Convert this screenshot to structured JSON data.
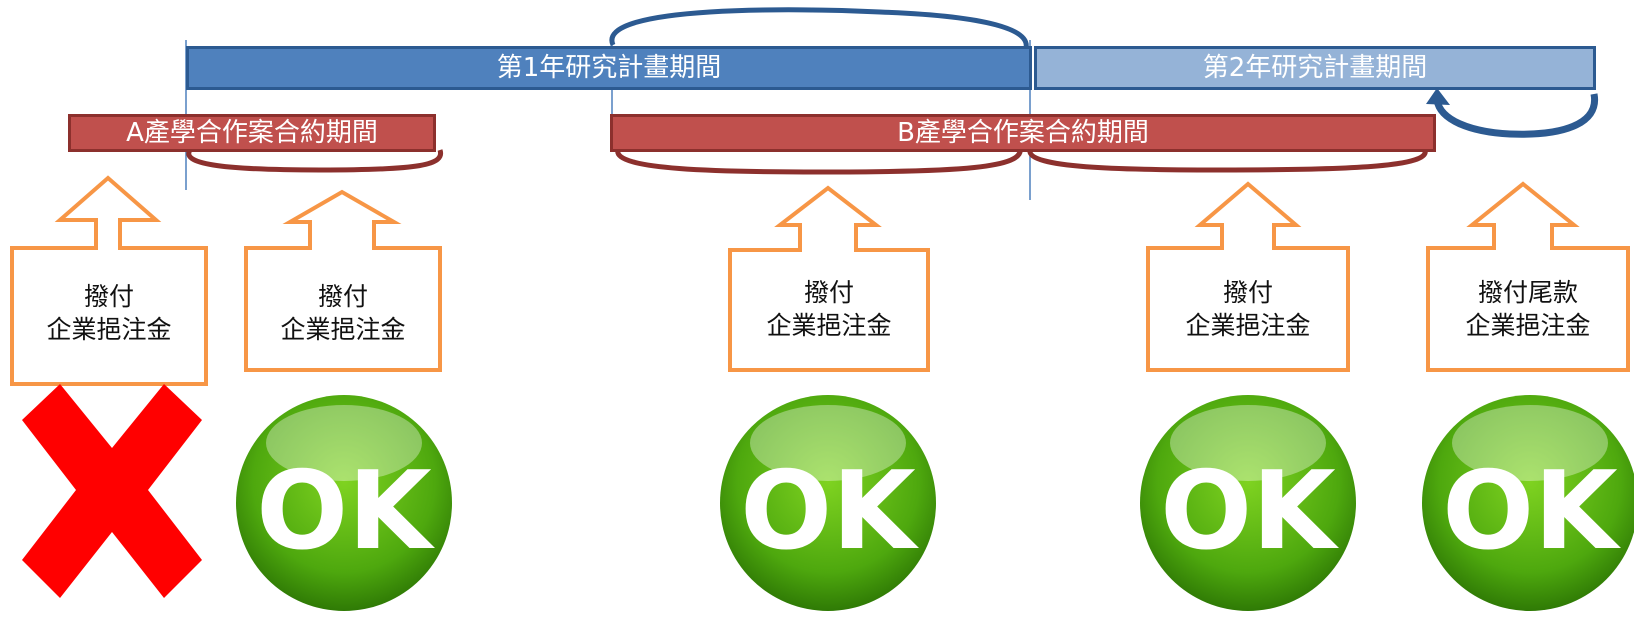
{
  "timeline": {
    "year1_period": "第1年研究計畫期間",
    "year2_period": "第2年研究計畫期間",
    "contract_a_period": "A產學合作案合約期間",
    "contract_b_period": "B產學合作案合約期間"
  },
  "callouts": [
    {
      "line1": "撥付",
      "line2": "企業挹注金",
      "status": "reject"
    },
    {
      "line1": "撥付",
      "line2": "企業挹注金",
      "status": "ok"
    },
    {
      "line1": "撥付",
      "line2": "企業挹注金",
      "status": "ok"
    },
    {
      "line1": "撥付",
      "line2": "企業挹注金",
      "status": "ok"
    },
    {
      "line1": "撥付尾款",
      "line2": "企業挹注金",
      "status": "ok"
    }
  ],
  "badges": {
    "ok_label": "OK"
  },
  "colors": {
    "year1_bar": "#4f81bd",
    "year2_bar": "#95b3d7",
    "contract_bar": "#c0504d",
    "callout_border": "#f79646",
    "reject": "#ff0000",
    "ok_badge": "#5fb812"
  }
}
